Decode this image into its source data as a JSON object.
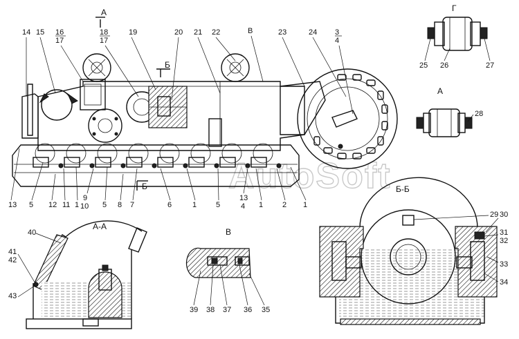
{
  "watermark": "AutoSoft",
  "section_titles": {
    "aa": "А-А",
    "bb": "Б-Б",
    "v": "В",
    "g": "Г",
    "a": "А"
  },
  "section_marks": {
    "a_top": "А",
    "b_mid": "Б",
    "b_low": "Б",
    "v_top": "В"
  },
  "callouts_top": [
    "14",
    "15",
    "16",
    "17",
    "18",
    "17",
    "19",
    "20",
    "21",
    "22",
    "В",
    "23",
    "24",
    "3",
    "4"
  ],
  "callouts_bottom": [
    "13",
    "5",
    "12",
    "11",
    "1",
    "9",
    "10",
    "5",
    "8",
    "7",
    "6",
    "1",
    "5",
    "13",
    "4",
    "1",
    "2",
    "1"
  ],
  "callouts_g": [
    "25",
    "26",
    "27"
  ],
  "callouts_a": [
    "28"
  ],
  "callouts_aa": [
    "40",
    "41",
    "42",
    "43"
  ],
  "callouts_v": [
    "39",
    "38",
    "37",
    "36",
    "35"
  ],
  "callouts_bb": [
    "29",
    "30",
    "31",
    "32",
    "33",
    "34"
  ]
}
